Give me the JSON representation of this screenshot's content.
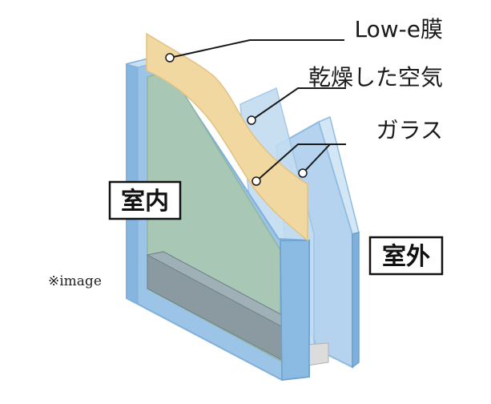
{
  "callouts": {
    "lowe_film": "Low-e膜",
    "dry_air": "乾燥した空気",
    "glass": "ガラス"
  },
  "labels": {
    "indoor": "室内",
    "outdoor": "室外",
    "note": "※image"
  },
  "colors": {
    "glass_face": "#9cc4e6",
    "glass_edge": "#7fb0dc",
    "glass_top": "#c3dcf1",
    "inner_pane": "#a8c8b5",
    "lowe_film": "#f1d7a0",
    "spacer": "#8a9aa0",
    "leader": "#1a1a1a"
  }
}
